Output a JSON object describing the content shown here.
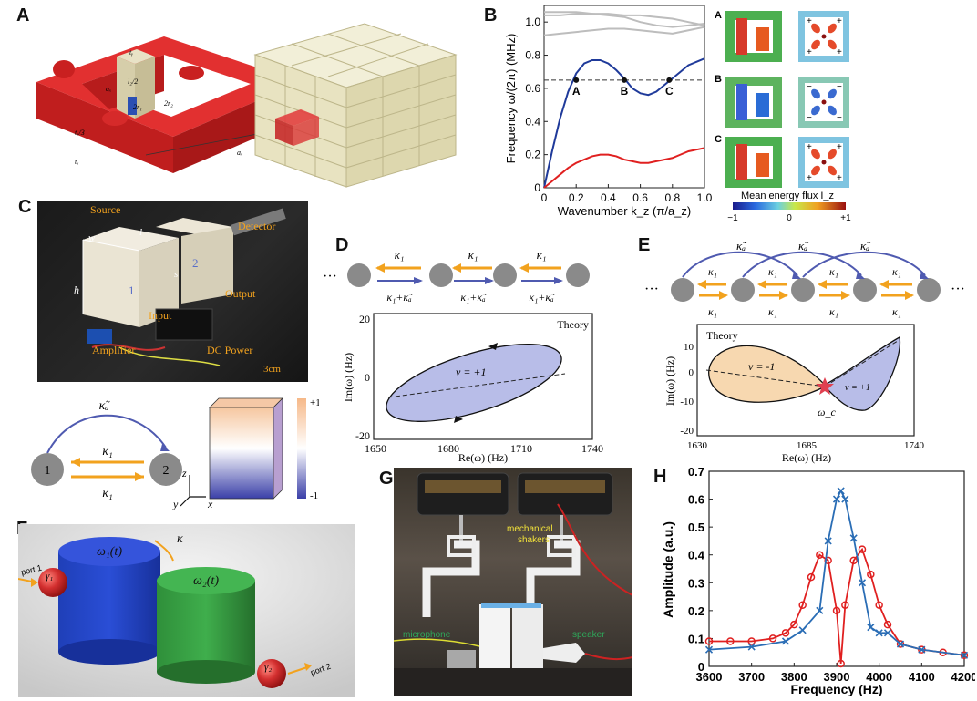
{
  "panel_labels": {
    "A": "A",
    "B": "B",
    "C": "C",
    "D": "D",
    "E": "E",
    "F": "F",
    "G": "G",
    "H": "H"
  },
  "panelA": {
    "labels": {
      "ty": "tᵧ",
      "l2": "l₂/2",
      "ax": "aₓ",
      "r1": "2r₁",
      "r2": "2r₂",
      "tz3": "tₓ/3",
      "tz": "tₓ",
      "axy": "aₓ"
    }
  },
  "panelB": {
    "ylabel": "Frequency ω/(2π) (MHz)",
    "xlabel": "Wavenumber k_z (π/a_z)",
    "yticks": [
      "0",
      "0.2",
      "0.4",
      "0.6",
      "0.8",
      "1.0"
    ],
    "xticks": [
      "0",
      "0.2",
      "0.4",
      "0.6",
      "0.8",
      "1.0"
    ],
    "points": [
      "A",
      "B",
      "C"
    ],
    "side_labels": [
      "A",
      "B",
      "C"
    ],
    "colorbar_title": "Mean energy flux I_z",
    "colorbar_ticks": [
      "−1",
      "0",
      "+1"
    ],
    "plus": "+",
    "minus": "−"
  },
  "chart_data": [
    {
      "type": "line",
      "title": "",
      "xlabel": "Wavenumber k_z (π/a_z)",
      "ylabel": "Frequency ω/(2π) (MHz)",
      "xlim": [
        0,
        1.0
      ],
      "ylim": [
        0,
        1.1
      ],
      "series": [
        {
          "x": [
            0,
            0.05,
            0.1,
            0.15,
            0.2,
            0.25,
            0.3,
            0.35,
            0.4,
            0.45,
            0.5,
            0.55,
            0.6,
            0.65,
            0.7,
            0.75,
            0.8,
            0.85,
            0.9,
            0.95,
            1.0
          ],
          "values": [
            0,
            0.22,
            0.42,
            0.58,
            0.69,
            0.75,
            0.77,
            0.77,
            0.75,
            0.71,
            0.66,
            0.6,
            0.57,
            0.56,
            0.58,
            0.62,
            0.66,
            0.7,
            0.74,
            0.76,
            0.78
          ]
        },
        {
          "x": [
            0,
            0.05,
            0.1,
            0.15,
            0.2,
            0.25,
            0.3,
            0.35,
            0.4,
            0.45,
            0.5,
            0.55,
            0.6,
            0.65,
            0.7,
            0.75,
            0.8,
            0.85,
            0.9,
            0.95,
            1.0
          ],
          "values": [
            0,
            0.04,
            0.08,
            0.12,
            0.15,
            0.17,
            0.19,
            0.2,
            0.2,
            0.19,
            0.17,
            0.16,
            0.15,
            0.15,
            0.16,
            0.17,
            0.18,
            0.2,
            0.22,
            0.23,
            0.24
          ]
        },
        {
          "x": [
            0,
            0.1,
            0.2,
            0.3,
            0.4,
            0.5,
            0.6,
            0.7,
            0.8,
            0.9,
            1.0
          ],
          "values": [
            0.92,
            0.93,
            0.94,
            0.95,
            0.96,
            0.96,
            0.95,
            0.94,
            0.93,
            0.95,
            0.97
          ]
        },
        {
          "x": [
            0,
            0.1,
            0.2,
            0.3,
            0.4,
            0.5,
            0.6,
            0.7,
            0.8,
            0.9,
            1.0
          ],
          "values": [
            1.04,
            1.04,
            1.05,
            1.05,
            1.04,
            1.03,
            1.0,
            0.98,
            0.97,
            0.98,
            0.99
          ]
        },
        {
          "x": [
            0,
            0.1,
            0.2,
            0.3,
            0.4,
            0.5,
            0.6,
            0.7,
            0.8,
            0.9,
            1.0
          ],
          "values": [
            1.06,
            1.06,
            1.06,
            1.05,
            1.05,
            1.04,
            1.04,
            1.03,
            1.02,
            1.0,
            0.98
          ]
        }
      ],
      "hline": 0.65,
      "marked_points": [
        {
          "label": "A",
          "x": 0.2,
          "y": 0.65
        },
        {
          "label": "B",
          "x": 0.5,
          "y": 0.65
        },
        {
          "label": "C",
          "x": 0.78,
          "y": 0.65
        }
      ]
    },
    {
      "type": "line",
      "title": "",
      "xlabel": "Frequency (Hz)",
      "ylabel": "Amplitude (a.u.)",
      "xlim": [
        3600,
        4200
      ],
      "ylim": [
        0,
        0.7
      ],
      "series": [
        {
          "x": [
            3600,
            3650,
            3700,
            3750,
            3780,
            3800,
            3820,
            3840,
            3860,
            3880,
            3900,
            3910,
            3920,
            3940,
            3960,
            3980,
            4000,
            4020,
            4050,
            4100,
            4150,
            4200
          ],
          "values": [
            0.09,
            0.09,
            0.09,
            0.1,
            0.12,
            0.15,
            0.22,
            0.32,
            0.4,
            0.38,
            0.2,
            0.01,
            0.22,
            0.38,
            0.42,
            0.33,
            0.22,
            0.15,
            0.08,
            0.06,
            0.05,
            0.04
          ]
        },
        {
          "x": [
            3600,
            3700,
            3780,
            3820,
            3860,
            3880,
            3900,
            3910,
            3920,
            3940,
            3960,
            3980,
            4000,
            4020,
            4050,
            4100,
            4200
          ],
          "values": [
            0.06,
            0.07,
            0.09,
            0.13,
            0.2,
            0.45,
            0.6,
            0.63,
            0.6,
            0.46,
            0.3,
            0.14,
            0.12,
            0.12,
            0.08,
            0.06,
            0.04
          ]
        }
      ]
    }
  ],
  "panelC": {
    "source": "Source",
    "detector": "Detector",
    "w": "w",
    "l": "l",
    "s": "s",
    "h": "h",
    "one": "1",
    "two": "2",
    "output": "Output",
    "input": "Input",
    "amplifier": "Amplifier",
    "dc": "DC Power",
    "scale": "3cm",
    "kappa_a": "κ̃ₐ",
    "kappa1": "κ₁",
    "node1": "1",
    "node2": "2",
    "cb_top": "+1",
    "cb_bot": "-1",
    "axis_z": "z",
    "axis_y": "y",
    "axis_x": "x"
  },
  "panelD": {
    "ellipsis": "···",
    "kappa1": "κ₁",
    "kappa_sum": "κ₁+κ̃ₐ",
    "theory": "Theory",
    "nu": "ν = +1",
    "ylabel": "Im(ω) (Hz)",
    "xlabel": "Re(ω) (Hz)",
    "yticks": [
      "20",
      "0",
      "-20"
    ],
    "xticks": [
      "1650",
      "1680",
      "1710",
      "1740"
    ]
  },
  "panelE": {
    "ellipsis": "···",
    "kappa_a": "κ̃ₐ",
    "kappa1": "κ₁",
    "theory": "Theory",
    "nu_neg": "ν = -1",
    "nu_pos": "ν = +1",
    "omega_c": "ω_c",
    "ylabel": "Im(ω) (Hz)",
    "xlabel": "Re(ω) (Hz)",
    "yticks": [
      "10",
      "0",
      "-10",
      "-20"
    ],
    "xticks": [
      "1630",
      "1685",
      "1740"
    ]
  },
  "panelF": {
    "omega1": "ω₁(t)",
    "omega2": "ω₂(t)",
    "kappa": "κ",
    "gamma1": "γ₁",
    "gamma2": "γ₂",
    "port1": "port 1",
    "port2": "port 2"
  },
  "panelG": {
    "shakers1": "mechanical",
    "shakers2": "shakers",
    "microphone": "microphone",
    "speaker": "speaker"
  },
  "panelH": {
    "ylabel": "Amplitude (a.u.)",
    "xlabel": "Frequency (Hz)",
    "yticks": [
      "0",
      "0.1",
      "0.2",
      "0.3",
      "0.4",
      "0.5",
      "0.6",
      "0.7"
    ],
    "xticks": [
      "3600",
      "3700",
      "3800",
      "3900",
      "4000",
      "4100",
      "4200"
    ]
  },
  "colors": {
    "red": "#e02020",
    "blue": "#2a6db5",
    "lightblue": "#b8bde8",
    "peach": "#f7d8b0",
    "gray": "#888888",
    "orange": "#f2a21e"
  }
}
